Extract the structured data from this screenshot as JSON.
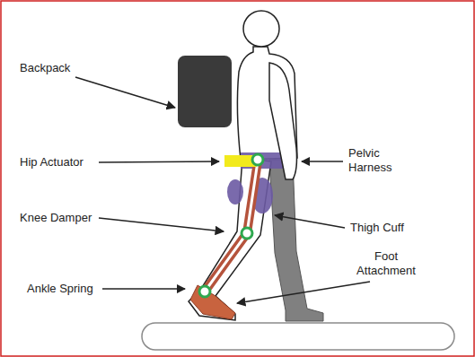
{
  "diagram": {
    "labels": [
      "Backpack",
      "Hip Actuator",
      "Pelvic Harness",
      "Knee Damper",
      "Thigh Cuff",
      "Ankle Spring",
      "Foot Attachment"
    ]
  }
}
